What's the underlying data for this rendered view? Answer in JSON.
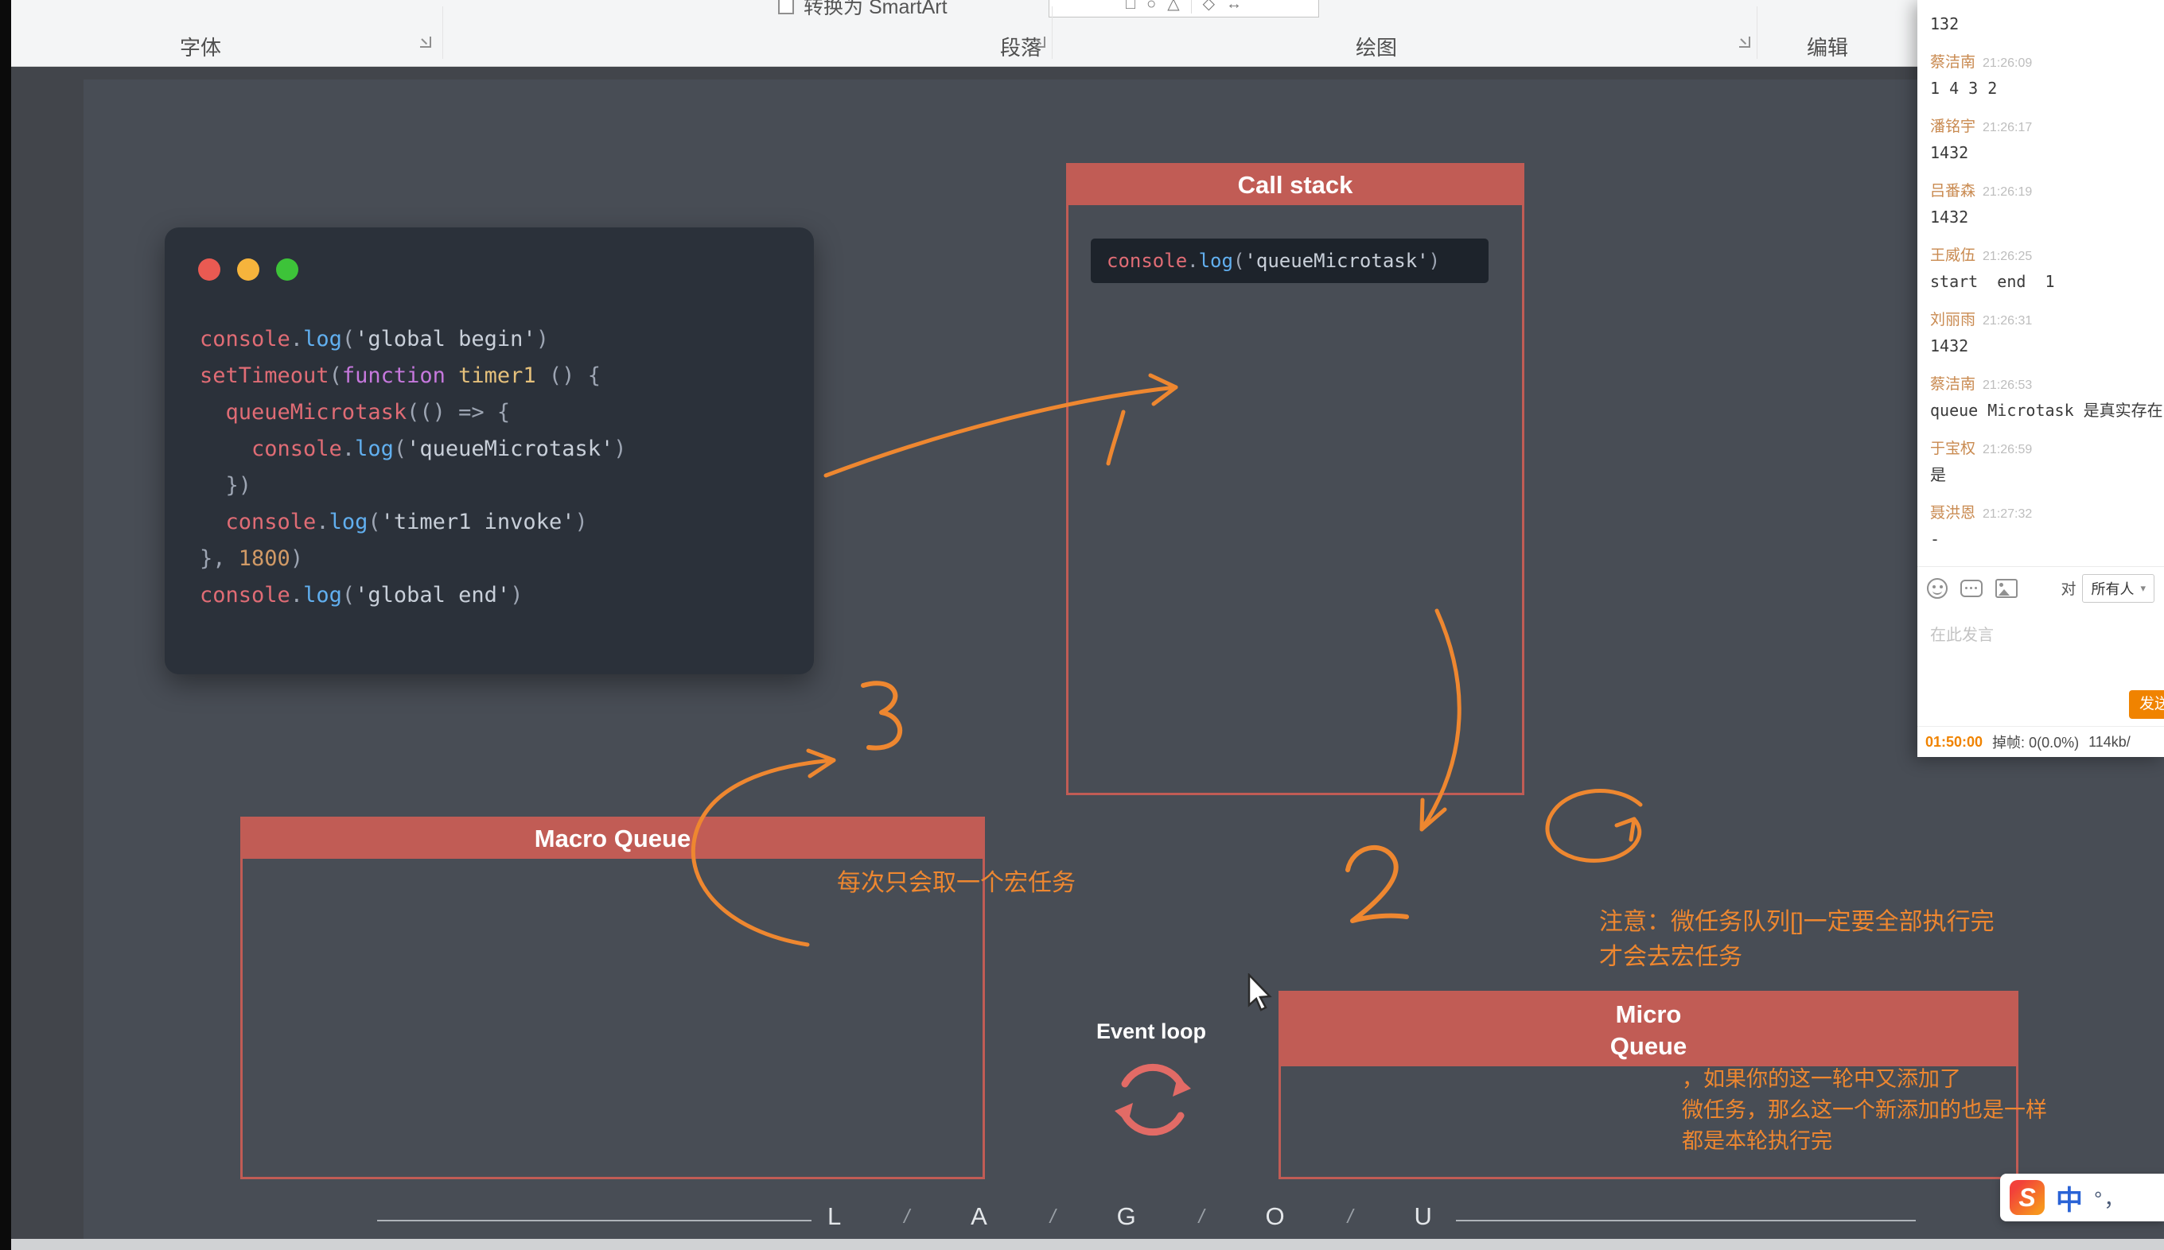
{
  "colors": {
    "box_red": "#c15c55",
    "annotation_orange": "#ee8730",
    "accent_orange": "#f08300"
  },
  "ribbon": {
    "groups": [
      "字体",
      "段落",
      "绘图",
      "编辑"
    ],
    "smartart_label": "转换为 SmartArt"
  },
  "code_editor": {
    "lines": [
      {
        "tokens": [
          {
            "t": "console",
            "c": "obj"
          },
          {
            "t": ".",
            "c": "pn"
          },
          {
            "t": "log",
            "c": "fn"
          },
          {
            "t": "(",
            "c": "pn"
          },
          {
            "t": "'global begin'",
            "c": "str"
          },
          {
            "t": ")",
            "c": "pn"
          }
        ]
      },
      {
        "tokens": [
          {
            "t": "setTimeout",
            "c": "obj"
          },
          {
            "t": "(",
            "c": "pn"
          },
          {
            "t": "function",
            "c": "kw"
          },
          {
            "t": " timer1 ",
            "c": "name"
          },
          {
            "t": "() {",
            "c": "pn"
          }
        ]
      },
      {
        "tokens": [
          {
            "t": "  queueMicrotask",
            "c": "obj"
          },
          {
            "t": "(() => {",
            "c": "pn"
          }
        ]
      },
      {
        "tokens": [
          {
            "t": "    console",
            "c": "obj"
          },
          {
            "t": ".",
            "c": "pn"
          },
          {
            "t": "log",
            "c": "fn"
          },
          {
            "t": "(",
            "c": "pn"
          },
          {
            "t": "'queueMicrotask'",
            "c": "str"
          },
          {
            "t": ")",
            "c": "pn"
          }
        ]
      },
      {
        "tokens": [
          {
            "t": "  })",
            "c": "pn"
          }
        ]
      },
      {
        "tokens": [
          {
            "t": "  console",
            "c": "obj"
          },
          {
            "t": ".",
            "c": "pn"
          },
          {
            "t": "log",
            "c": "fn"
          },
          {
            "t": "(",
            "c": "pn"
          },
          {
            "t": "'timer1 invoke'",
            "c": "str"
          },
          {
            "t": ")",
            "c": "pn"
          }
        ]
      },
      {
        "tokens": [
          {
            "t": "}, ",
            "c": "pn"
          },
          {
            "t": "1800",
            "c": "num"
          },
          {
            "t": ")",
            "c": "pn"
          }
        ]
      },
      {
        "tokens": [
          {
            "t": "console",
            "c": "obj"
          },
          {
            "t": ".",
            "c": "pn"
          },
          {
            "t": "log",
            "c": "fn"
          },
          {
            "t": "(",
            "c": "pn"
          },
          {
            "t": "'global end'",
            "c": "str"
          },
          {
            "t": ")",
            "c": "pn"
          }
        ]
      }
    ]
  },
  "call_stack": {
    "title": "Call stack",
    "chip_tokens": [
      {
        "t": "console",
        "c": "obj"
      },
      {
        "t": ".",
        "c": "pn"
      },
      {
        "t": "log",
        "c": "fn"
      },
      {
        "t": "(",
        "c": "pn"
      },
      {
        "t": "'queueMicrotask'",
        "c": "str"
      },
      {
        "t": ")",
        "c": "pn"
      }
    ]
  },
  "macro_queue": {
    "title": "Macro Queue"
  },
  "micro_queue": {
    "line1": "Micro",
    "line2": "Queue"
  },
  "event_loop_label": "Event loop",
  "notes": {
    "macro_note": "每次只会取一个宏任务",
    "note1_l1": "注意：微任务队列[]一定要全部执行完",
    "note1_l2": "才会去宏任务",
    "note2_l1": "，如果你的这一轮中又添加了",
    "note2_l2": "微任务，那么这一个新添加的也是一样",
    "note2_l3": "都是本轮执行完"
  },
  "footer": {
    "letters": [
      "L",
      "A",
      "G",
      "O",
      "U"
    ],
    "separator": "/"
  },
  "chat": {
    "messages": [
      {
        "name": "",
        "time": "",
        "text": "132"
      },
      {
        "name": "蔡洁南",
        "time": "21:26:09",
        "text": "1 4 3 2"
      },
      {
        "name": "潘铭宇",
        "time": "21:26:17",
        "text": "1432"
      },
      {
        "name": "吕番森",
        "time": "21:26:19",
        "text": "1432"
      },
      {
        "name": "王威伍",
        "time": "21:26:25",
        "text": "start  end  1"
      },
      {
        "name": "刘丽雨",
        "time": "21:26:31",
        "text": "1432"
      },
      {
        "name": "蔡洁南",
        "time": "21:26:53",
        "text": "queue Microtask 是真实存在的api"
      },
      {
        "name": "于宝权",
        "time": "21:26:59",
        "text": "是"
      },
      {
        "name": "聂洪恩",
        "time": "21:27:32",
        "text": "-"
      }
    ],
    "toolbar": {
      "to_label": "对",
      "audience": "所有人",
      "caret": "▾"
    },
    "input_placeholder": "在此发言",
    "send_label": "发送",
    "status": {
      "time": "01:50:00",
      "dropped": "掉帧: 0(0.0%)",
      "bitrate": "114kb/"
    }
  },
  "ime": {
    "logo": "S",
    "mode": "中",
    "punct": "°，"
  }
}
